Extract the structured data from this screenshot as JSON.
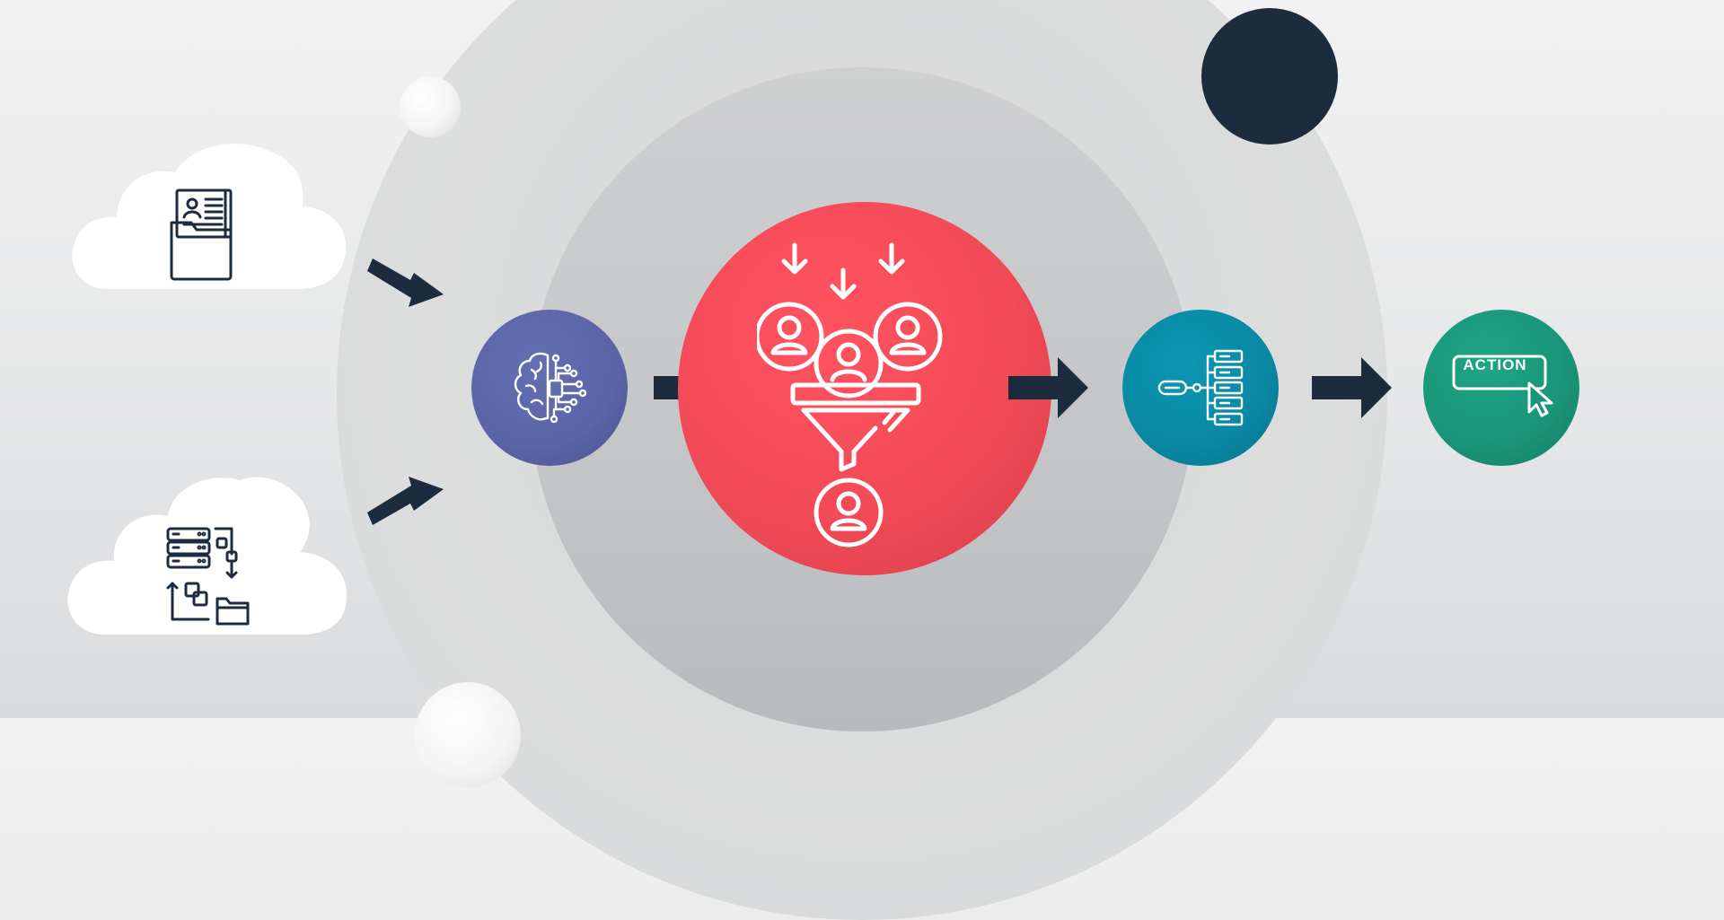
{
  "diagram": {
    "nodes": [
      {
        "id": "documents-cloud",
        "icon": "document-folder-icon",
        "color": "#ffffff"
      },
      {
        "id": "data-flow-cloud",
        "icon": "server-data-flow-icon",
        "color": "#ffffff"
      },
      {
        "id": "ai-brain",
        "icon": "ai-brain-circuit-icon",
        "color": "#5a64a6"
      },
      {
        "id": "audience-funnel",
        "icon": "people-funnel-icon",
        "color": "#f34a57"
      },
      {
        "id": "hierarchy",
        "icon": "tree-hierarchy-icon",
        "color": "#0a88a3"
      },
      {
        "id": "action",
        "icon": "action-button-cursor-icon",
        "color": "#1a9478"
      }
    ],
    "edges": [
      {
        "from": "documents-cloud",
        "to": "ai-brain"
      },
      {
        "from": "data-flow-cloud",
        "to": "ai-brain"
      },
      {
        "from": "ai-brain",
        "to": "audience-funnel"
      },
      {
        "from": "audience-funnel",
        "to": "hierarchy"
      },
      {
        "from": "hierarchy",
        "to": "action"
      }
    ],
    "action_label": "ACTION",
    "arrow_color": "#1d2b3f",
    "icon_line_color_dark": "#1d2b3f",
    "icon_line_color_light": "#ffffff"
  }
}
